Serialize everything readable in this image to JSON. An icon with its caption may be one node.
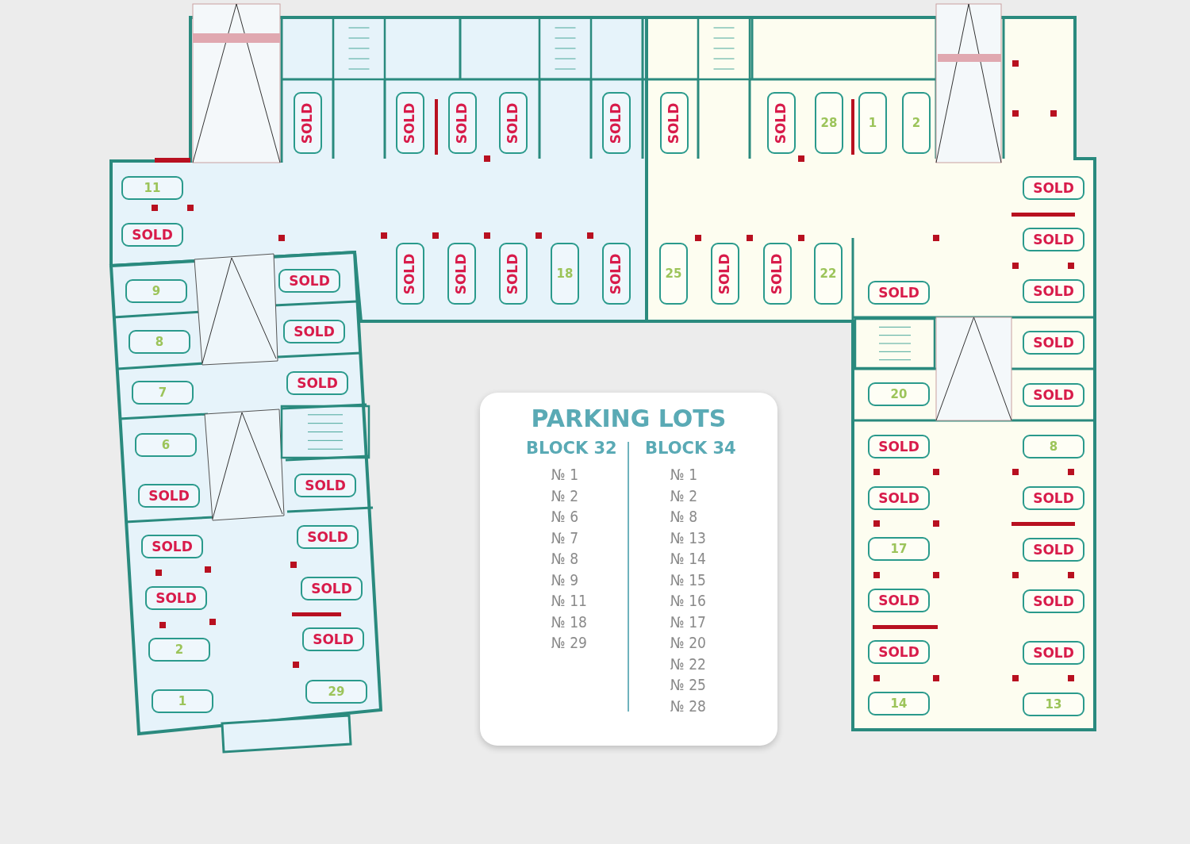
{
  "diagram": {
    "nodes": [
      {
        "text": [
          "SOLD"
        ]
      },
      {
        "text": [
          "SOLD"
        ]
      },
      {
        "text": [
          "SOLD"
        ]
      },
      {
        "text": [
          "SOLD"
        ]
      },
      {
        "text": [
          "SOLD"
        ]
      },
      {
        "text": [
          "SOLD"
        ]
      },
      {
        "text": [
          "SOLD"
        ]
      },
      {
        "text": [
          "28"
        ]
      },
      {
        "text": [
          "1"
        ]
      },
      {
        "text": [
          "2"
        ]
      },
      {
        "text": [
          "11"
        ]
      },
      {
        "text": [
          "SOLD"
        ]
      },
      {
        "text": [
          "SOLD"
        ]
      },
      {
        "text": [
          "SOLD"
        ]
      },
      {
        "text": [
          "SOLD"
        ]
      },
      {
        "text": [
          "SOLD"
        ]
      },
      {
        "text": [
          "SOLD"
        ]
      },
      {
        "text": [
          "18"
        ]
      },
      {
        "text": [
          "SOLD"
        ]
      },
      {
        "text": [
          "25"
        ]
      },
      {
        "text": [
          "SOLD"
        ]
      },
      {
        "text": [
          "SOLD"
        ]
      },
      {
        "text": [
          "22"
        ]
      },
      {
        "text": [
          "SOLD"
        ]
      },
      {
        "text": [
          "SOLD"
        ]
      },
      {
        "text": [
          "SOLD"
        ]
      },
      {
        "text": [
          "9"
        ]
      },
      {
        "text": [
          "SOLD"
        ]
      },
      {
        "text": [
          "SOLD"
        ]
      },
      {
        "text": [
          "8"
        ]
      },
      {
        "text": [
          "SOLD"
        ]
      },
      {
        "text": [
          "SOLD"
        ]
      },
      {
        "text": [
          "7"
        ]
      },
      {
        "text": [
          "PARKING LOTS",
          "BLOCK 32",
          "№ 1",
          "№ 2",
          "№ 6",
          "№ 7",
          "№ 8",
          "№ 9",
          "№ 11",
          "№ 18",
          "№ 29",
          "BLOCK 34",
          "№ 1",
          "№ 2",
          "№ 8",
          "№ 13",
          "№ 14",
          "№ 15",
          "№ 16",
          "№ 17",
          "№ 20",
          "№ 22",
          "№ 25",
          "№ 28"
        ]
      },
      {
        "text": [
          "20"
        ]
      },
      {
        "text": [
          "SOLD"
        ]
      },
      {
        "text": [
          "6"
        ]
      },
      {
        "text": [
          "SOLD"
        ]
      },
      {
        "text": [
          "SOLD"
        ]
      },
      {
        "text": [
          "8"
        ]
      },
      {
        "text": [
          "SOLD"
        ]
      },
      {
        "text": [
          "SOLD"
        ]
      },
      {
        "text": [
          "SOLD"
        ]
      },
      {
        "text": [
          "SOLD"
        ]
      },
      {
        "text": [
          "17"
        ]
      },
      {
        "text": [
          "SOLD"
        ]
      },
      {
        "text": [
          "SOLD"
        ]
      },
      {
        "text": [
          "SOLD"
        ]
      },
      {
        "text": [
          "SOLD"
        ]
      },
      {
        "text": [
          "SOLD"
        ]
      },
      {
        "text": [
          "SOLD"
        ]
      },
      {
        "text": [
          "SOLD"
        ]
      },
      {
        "text": [
          "SOLD"
        ]
      },
      {
        "text": [
          "2"
        ]
      },
      {
        "text": [
          "1"
        ]
      },
      {
        "text": [
          "29"
        ]
      },
      {
        "text": [
          "14"
        ]
      },
      {
        "text": [
          "13"
        ]
      }
    ]
  }
}
